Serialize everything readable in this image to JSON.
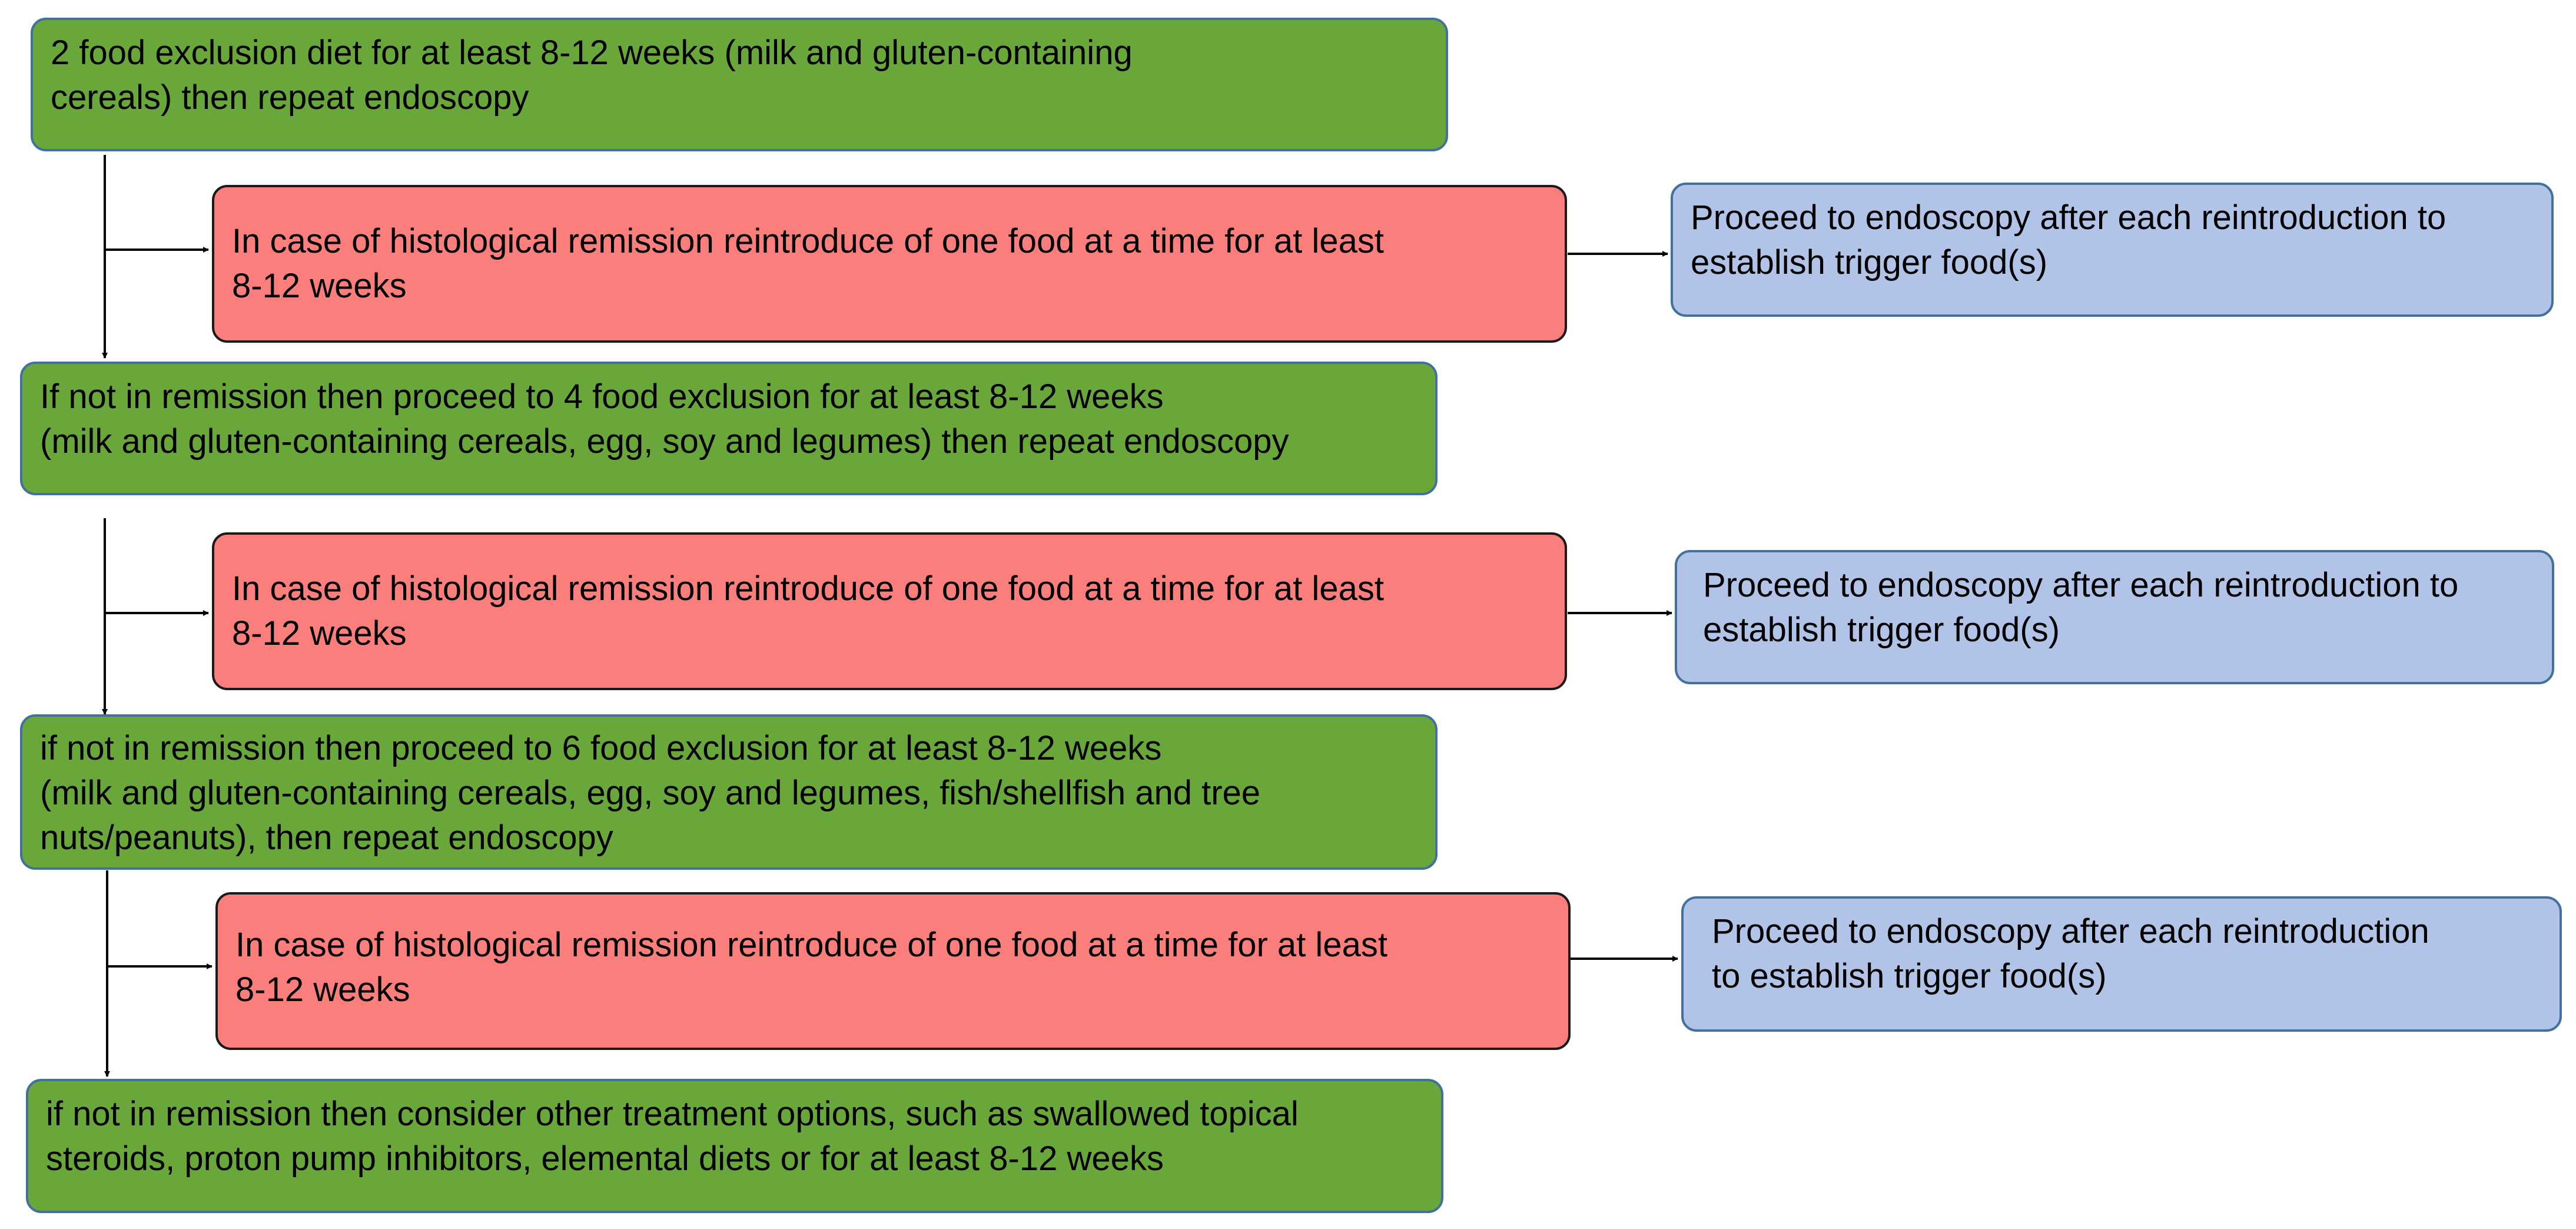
{
  "boxes": {
    "step1": {
      "lines": [
        "2 food exclusion diet for at least 8-12 weeks (milk and gluten-containing",
        "cereals) then repeat endoscopy"
      ],
      "color": "#6aa73a"
    },
    "reintro1": {
      "lines": [
        "In case of histological remission reintroduce of one  food at a time for at least",
        "8-12 weeks"
      ],
      "color": "#fa7f7c"
    },
    "endo1": {
      "lines": [
        "Proceed to endoscopy after each reintroduction to",
        "establish trigger food(s)"
      ],
      "color": "#b1c3e7"
    },
    "step2": {
      "lines": [
        "If not in remission then proceed to 4 food exclusion for at least 8-12 weeks",
        "(milk and gluten-containing cereals, egg, soy and legumes) then repeat endoscopy"
      ],
      "color": "#6aa73a"
    },
    "reintro2": {
      "lines": [
        "In case of histological remission reintroduce of one  food at a time for at least",
        "8-12 weeks"
      ],
      "color": "#fa7f7c"
    },
    "endo2": {
      "lines": [
        "Proceed to endoscopy after each reintroduction to",
        "establish trigger food(s)"
      ],
      "color": "#b1c3e7"
    },
    "step3": {
      "lines": [
        "if not in remission then proceed to 6  food exclusion for at least 8-12 weeks",
        "(milk and gluten-containing cereals, egg, soy and legumes, fish/shellfish and tree",
        "nuts/peanuts), then repeat endoscopy"
      ],
      "color": "#6aa73a"
    },
    "reintro3": {
      "lines": [
        "In case of histological remission reintroduce of one  food at a time for at least",
        "8-12 weeks"
      ],
      "color": "#fa7f7c"
    },
    "endo3": {
      "lines": [
        "Proceed to endoscopy after each reintroduction",
        "to establish trigger food(s)"
      ],
      "color": "#b1c3e7"
    },
    "step4": {
      "lines": [
        "if not in remission then consider other treatment options, such as swallowed topical",
        "steroids, proton pump inhibitors, elemental diets or for at least 8-12 weeks"
      ],
      "color": "#6aa73a"
    }
  },
  "connector_color": "#000000"
}
